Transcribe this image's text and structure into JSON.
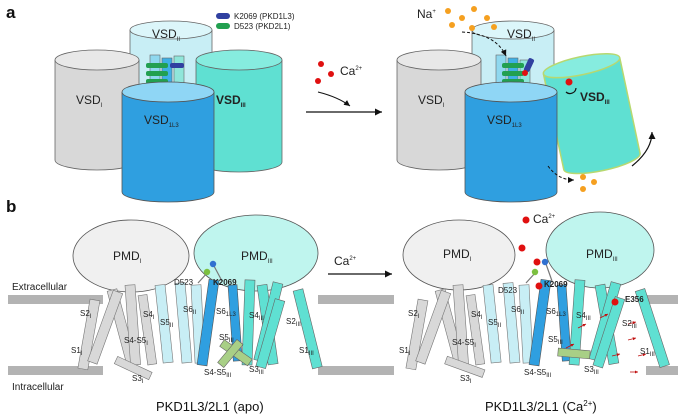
{
  "panel_a": {
    "label": "a",
    "legend": {
      "item1": "K2069 (PKD1L3)",
      "item2": "D523 (PKD2L1)"
    },
    "vsd_label": "VSD",
    "sub_II": "II",
    "sub_I": "I",
    "sub_III": "III",
    "sub_1L3": "1L3",
    "ion_ca": "Ca",
    "ion_ca_sup": "2+",
    "ion_na": "Na",
    "ion_na_sup": "+"
  },
  "panel_b": {
    "label": "b",
    "pmd": "PMD",
    "extracellular": "Extracellular",
    "intracellular": "Intracellular",
    "d523": "D523",
    "k2069": "K2069",
    "e356": "E356",
    "s1": "S1",
    "s2": "S2",
    "s3": "S3",
    "s4": "S4",
    "s5": "S5",
    "s6": "S6",
    "s4s5": "S4-S5",
    "sub_I": "I",
    "sub_II": "II",
    "sub_III": "III",
    "sub_1L3": "1L3",
    "ca_arrow": "Ca",
    "ca_sup": "2+",
    "caption_left": "PKD1L3/2L1 (apo)",
    "caption_right_main": "PKD1L3/2L1 (Ca",
    "caption_right_sup": "2+",
    "caption_right_end": ")"
  },
  "colors": {
    "grey": "#d8d8d8",
    "light_cyan": "#c8eef5",
    "cyan": "#5fe0d2",
    "blue": "#2f9fe0",
    "green": "#22a050",
    "navy": "#3040a0",
    "red": "#e01010",
    "orange": "#f5a020"
  }
}
